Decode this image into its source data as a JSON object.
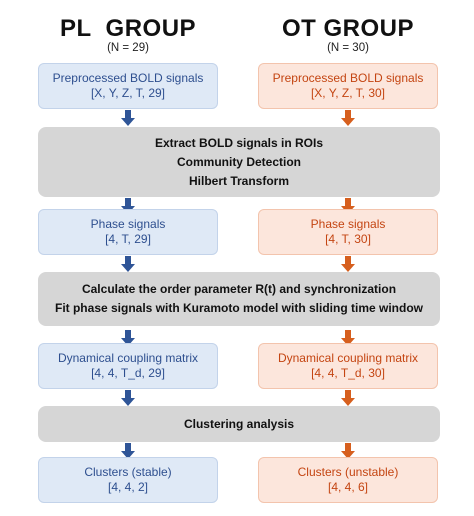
{
  "pl": {
    "title": "PL  GROUP",
    "n": "(N = 29)",
    "boxes": [
      {
        "l1": "Preprocessed BOLD signals",
        "l2": "[X, Y, Z, T, 29]"
      },
      {
        "l1": "Phase signals",
        "l2": "[4, T, 29]"
      },
      {
        "l1": "Dynamical coupling matrix",
        "l2": "[4, 4, T_d, 29]"
      },
      {
        "l1": "Clusters (stable)",
        "l2": "[4, 4, 2]"
      }
    ]
  },
  "ot": {
    "title": "OT GROUP",
    "n": "(N = 30)",
    "boxes": [
      {
        "l1": "Preprocessed BOLD signals",
        "l2": "[X, Y, Z, T, 30]"
      },
      {
        "l1": "Phase signals",
        "l2": "[4, T, 30]"
      },
      {
        "l1": "Dynamical coupling matrix",
        "l2": "[4, 4, T_d, 30]"
      },
      {
        "l1": "Clusters (unstable)",
        "l2": "[4, 4, 6]"
      }
    ]
  },
  "steps": [
    {
      "lines": [
        "Extract BOLD signals in ROIs",
        "Community Detection",
        "Hilbert Transform"
      ]
    },
    {
      "lines": [
        "Calculate the order parameter R(t) and synchronization",
        "Fit phase signals with Kuramoto model with sliding time window"
      ]
    },
    {
      "lines": [
        "Clustering analysis"
      ]
    }
  ],
  "colors": {
    "pl_arrow": "#2f5597",
    "ot_arrow": "#d65f1e",
    "pl_box": "#dfe9f6",
    "ot_box": "#fce6dc",
    "process": "#d6d6d6"
  }
}
